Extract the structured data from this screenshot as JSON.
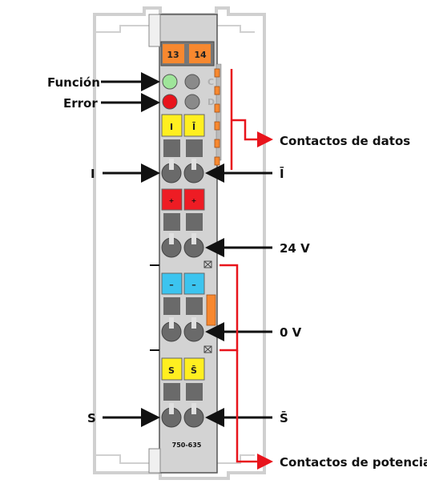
{
  "diagram": {
    "device": {
      "model": "750-635",
      "terminal_numbers": [
        "13",
        "14"
      ],
      "led_letters": [
        "C",
        "D"
      ],
      "connector_labels": {
        "data_left": "I",
        "data_right": "Ī",
        "plus_left": "+",
        "plus_right": "+",
        "minus_left": "–",
        "minus_right": "–",
        "s_left": "S",
        "s_right": "S̄"
      }
    },
    "callouts": {
      "funcion": "Función",
      "error": "Error",
      "contactos_datos": "Contactos de datos",
      "i_left": "I",
      "i_right": "Ī",
      "v24": "24 V",
      "v0": "0 V",
      "s_left": "S",
      "s_right": "S̄",
      "contactos_potencia": "Contactos de potencia"
    },
    "colors": {
      "led_green": "#9fe59a",
      "led_red": "#e8141c",
      "led_gray": "#8a8a8a",
      "yellow": "#ffef20",
      "red_block": "#ee1c24",
      "blue_block": "#3cc4ef",
      "orange": "#f7882f",
      "callout_red": "#e8141c"
    }
  }
}
